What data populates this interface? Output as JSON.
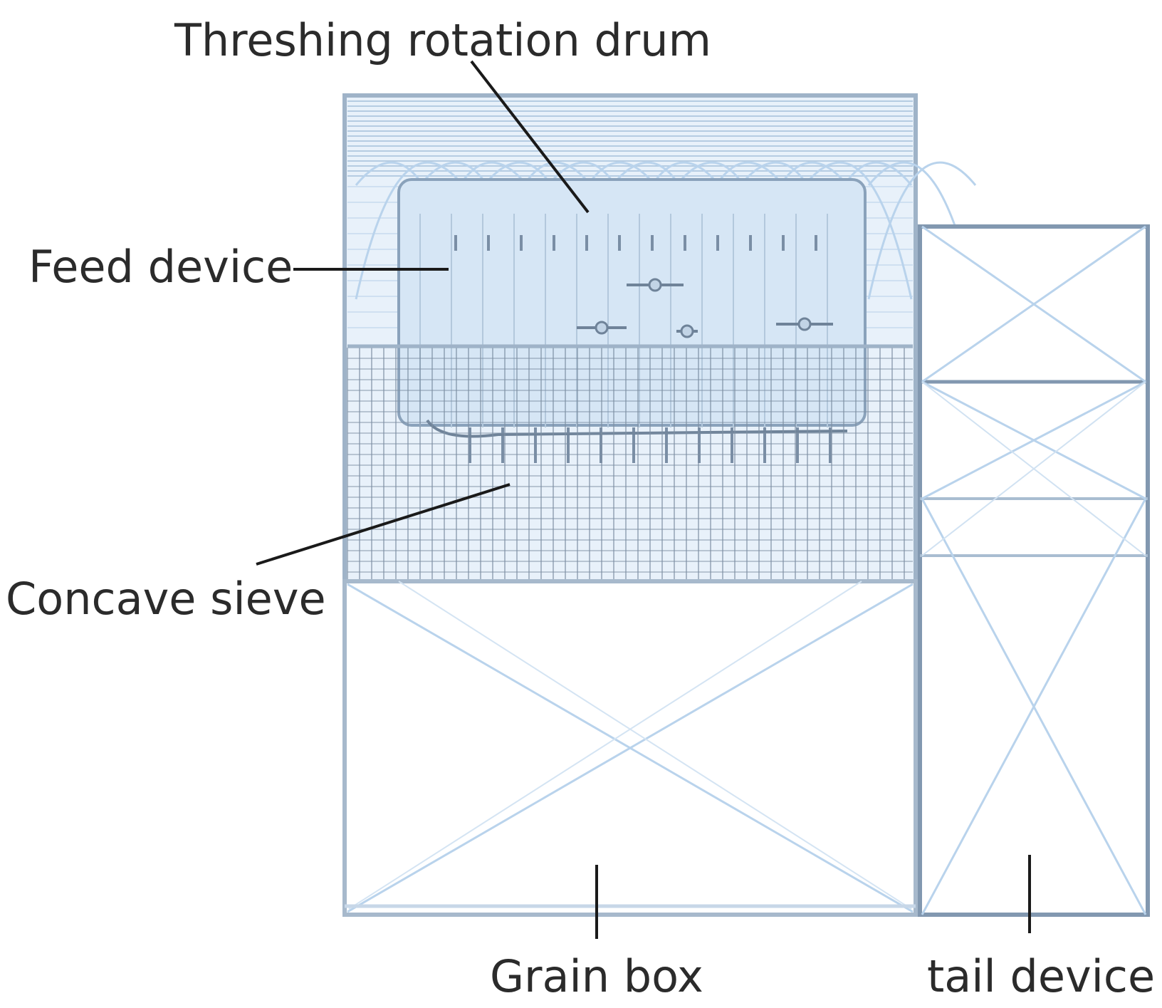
{
  "labels": {
    "threshing_rotation_drum": "Threshing rotation drum",
    "feed_device": "Feed device",
    "concave_sieve": "Concave sieve",
    "grain_box": "Grain box",
    "tail_device": "tail device"
  },
  "colors": {
    "frame": "#9fb3c8",
    "frame_dark": "#7f95ad",
    "mesh_light": "#cfe0f1",
    "mesh_mid": "#a9c3dd",
    "sieve_grid": "#7d8fa3",
    "drum_fill": "#dbe9f7",
    "brace": "#b9d3ec",
    "leader_line": "#1a1a1a",
    "text": "#2b2b2b"
  }
}
